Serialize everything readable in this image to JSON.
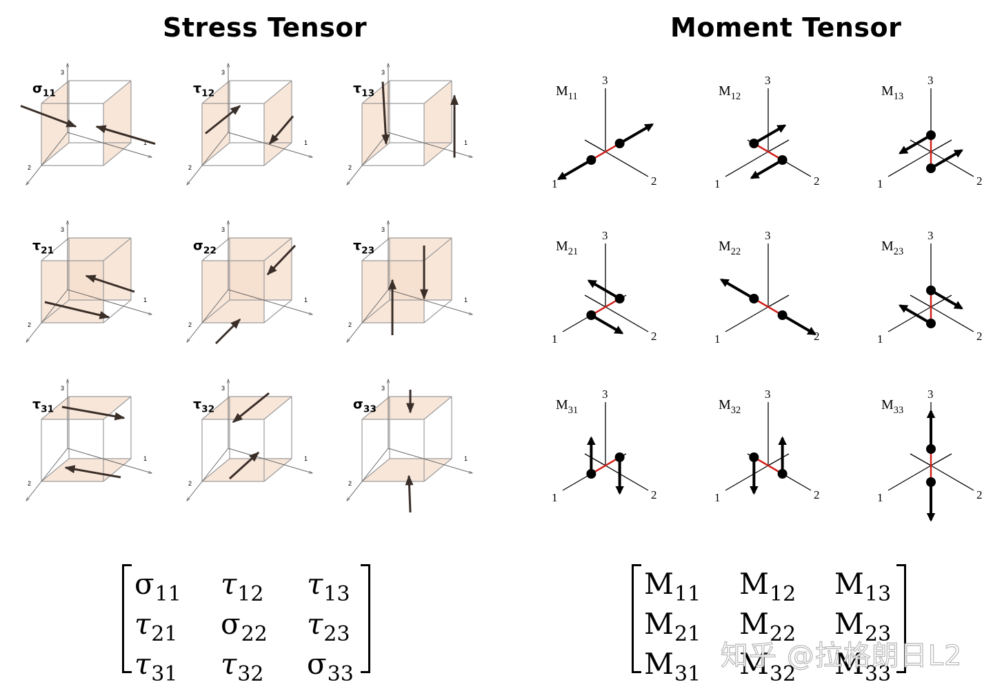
{
  "titles": {
    "stress": "Stress Tensor",
    "moment": "Moment Tensor"
  },
  "axis_labels": {
    "x": "1",
    "y": "2",
    "z": "3"
  },
  "stress_panels": [
    {
      "label": "σ",
      "sub": "11"
    },
    {
      "label": "τ",
      "sub": "12"
    },
    {
      "label": "τ",
      "sub": "13"
    },
    {
      "label": "τ",
      "sub": "21"
    },
    {
      "label": "σ",
      "sub": "22"
    },
    {
      "label": "τ",
      "sub": "23"
    },
    {
      "label": "τ",
      "sub": "31"
    },
    {
      "label": "τ",
      "sub": "32"
    },
    {
      "label": "σ",
      "sub": "33"
    }
  ],
  "moment_panels": [
    {
      "label": "M",
      "sub": "11"
    },
    {
      "label": "M",
      "sub": "12"
    },
    {
      "label": "M",
      "sub": "13"
    },
    {
      "label": "M",
      "sub": "21"
    },
    {
      "label": "M",
      "sub": "22"
    },
    {
      "label": "M",
      "sub": "23"
    },
    {
      "label": "M",
      "sub": "31"
    },
    {
      "label": "M",
      "sub": "32"
    },
    {
      "label": "M",
      "sub": "33"
    }
  ],
  "stress_matrix": [
    [
      {
        "s": "σ",
        "i": "11"
      },
      {
        "s": "τ",
        "i": "12"
      },
      {
        "s": "τ",
        "i": "13"
      }
    ],
    [
      {
        "s": "τ",
        "i": "21"
      },
      {
        "s": "σ",
        "i": "22"
      },
      {
        "s": "τ",
        "i": "23"
      }
    ],
    [
      {
        "s": "τ",
        "i": "31"
      },
      {
        "s": "τ",
        "i": "32"
      },
      {
        "s": "σ",
        "i": "33"
      }
    ]
  ],
  "moment_matrix": [
    [
      {
        "s": "M",
        "i": "11"
      },
      {
        "s": "M",
        "i": "12"
      },
      {
        "s": "M",
        "i": "13"
      }
    ],
    [
      {
        "s": "M",
        "i": "21"
      },
      {
        "s": "M",
        "i": "22"
      },
      {
        "s": "M",
        "i": "23"
      }
    ],
    [
      {
        "s": "M",
        "i": "31"
      },
      {
        "s": "M",
        "i": "32"
      },
      {
        "s": "M",
        "i": "33"
      }
    ]
  ],
  "watermark": "知乎 @拉格朗日L2",
  "colors": {
    "face": "#f6ddcc",
    "edge": "#9a9a9a",
    "arrow": "#3a2e28",
    "lever": "#d0201b",
    "ink": "#000000"
  }
}
